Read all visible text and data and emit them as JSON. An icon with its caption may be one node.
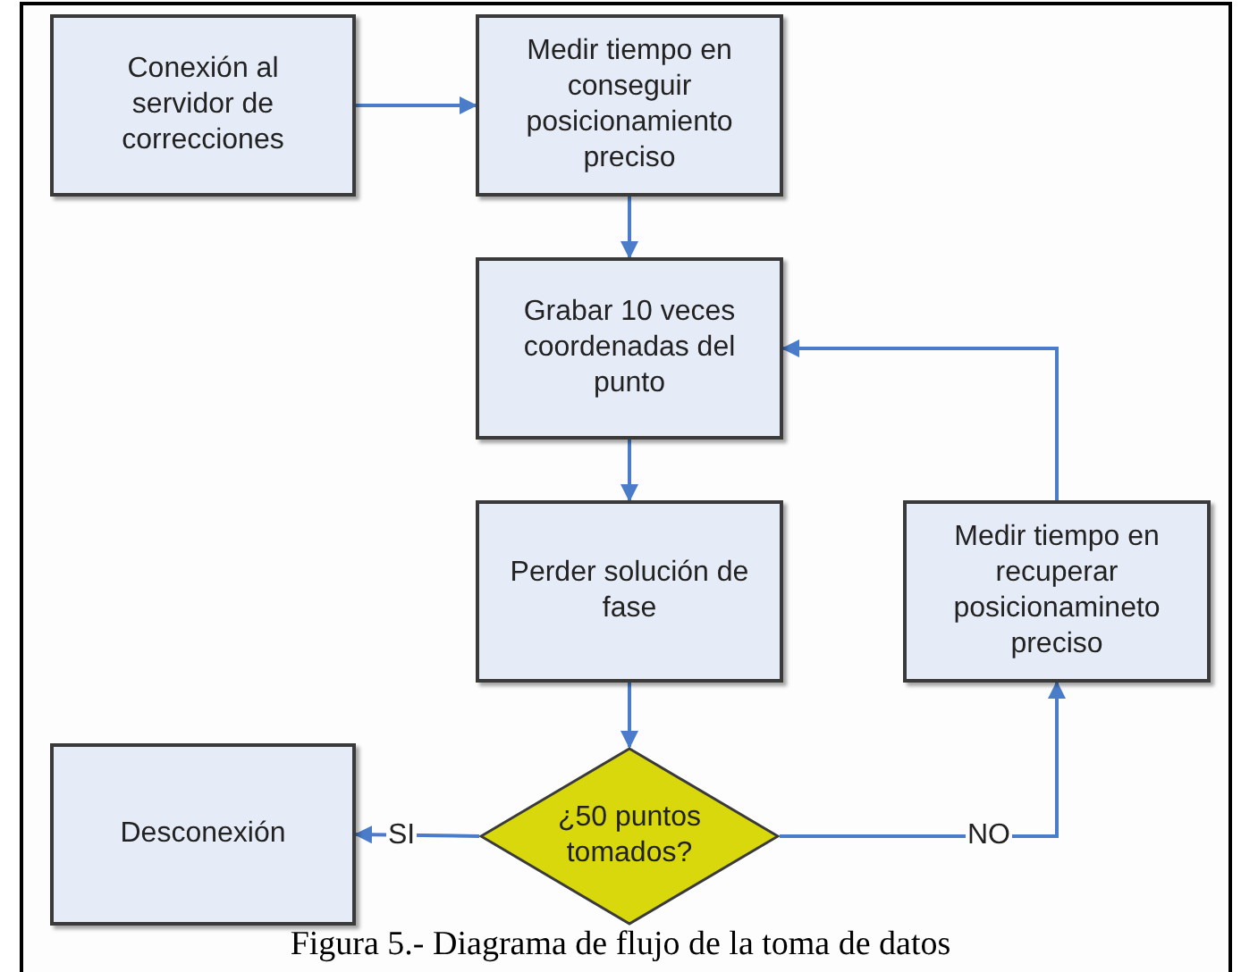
{
  "diagram": {
    "caption": "Figura 5.- Diagrama de flujo de la toma de datos",
    "nodes": [
      {
        "text": [
          "Conexión al servidor de correcciones"
        ]
      },
      {
        "text": [
          "Medir tiempo en conseguir posicionamiento preciso"
        ]
      },
      {
        "text": [
          "Grabar 10 veces coordenadas del punto"
        ]
      },
      {
        "text": [
          "Perder solución de fase"
        ]
      },
      {
        "text": [
          "Medir tiempo en recuperar posicionamineto preciso"
        ]
      },
      {
        "text": [
          "¿50 puntos tomados?"
        ]
      },
      {
        "text": [
          "Desconexión"
        ]
      }
    ],
    "edges": [
      {
        "from": 0,
        "to": 1,
        "arrow": "to"
      },
      {
        "from": 1,
        "to": 2,
        "arrow": "to"
      },
      {
        "from": 2,
        "to": 3,
        "arrow": "to"
      },
      {
        "from": 3,
        "to": 5,
        "arrow": "to"
      },
      {
        "from": 5,
        "to": 6,
        "label": "SI",
        "arrow": "to"
      },
      {
        "from": 5,
        "to": 4,
        "label": "NO",
        "arrow": "to"
      },
      {
        "from": 4,
        "to": 2,
        "arrow": "to"
      }
    ]
  }
}
